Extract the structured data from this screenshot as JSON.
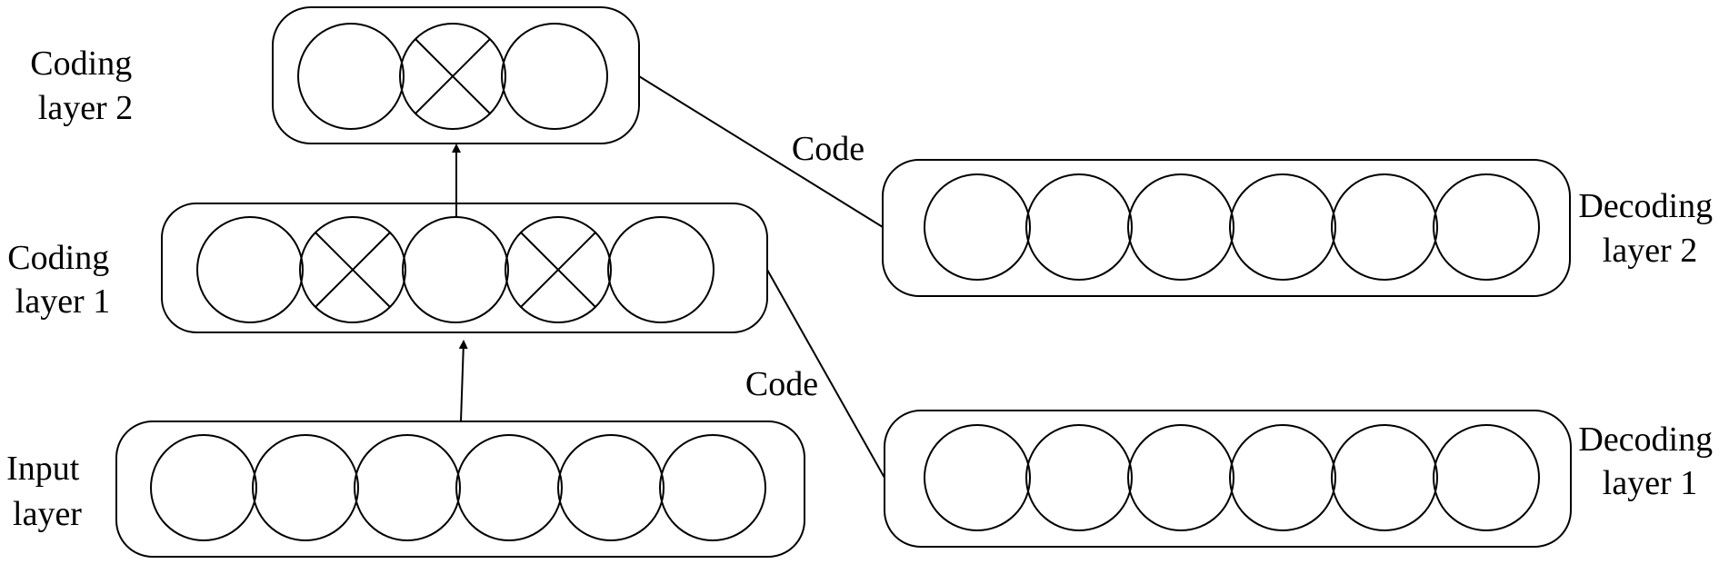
{
  "labels": {
    "coding_layer_2": [
      "Coding",
      "layer 2"
    ],
    "coding_layer_1": [
      "Coding",
      "layer 1"
    ],
    "input_layer": [
      "Input",
      "layer"
    ],
    "decoding_layer_2": [
      "Decoding",
      "layer 2"
    ],
    "decoding_layer_1": [
      "Decoding",
      "layer 1"
    ],
    "code_upper": "Code",
    "code_lower": "Code"
  },
  "layers": {
    "coding_layer_2": {
      "neurons": 3,
      "dropped": [
        1
      ]
    },
    "coding_layer_1": {
      "neurons": 5,
      "dropped": [
        1,
        3
      ]
    },
    "input_layer": {
      "neurons": 6,
      "dropped": []
    },
    "decoding_layer_2": {
      "neurons": 6,
      "dropped": []
    },
    "decoding_layer_1": {
      "neurons": 6,
      "dropped": []
    }
  },
  "colors": {
    "stroke": "#000000",
    "background": "#ffffff"
  }
}
